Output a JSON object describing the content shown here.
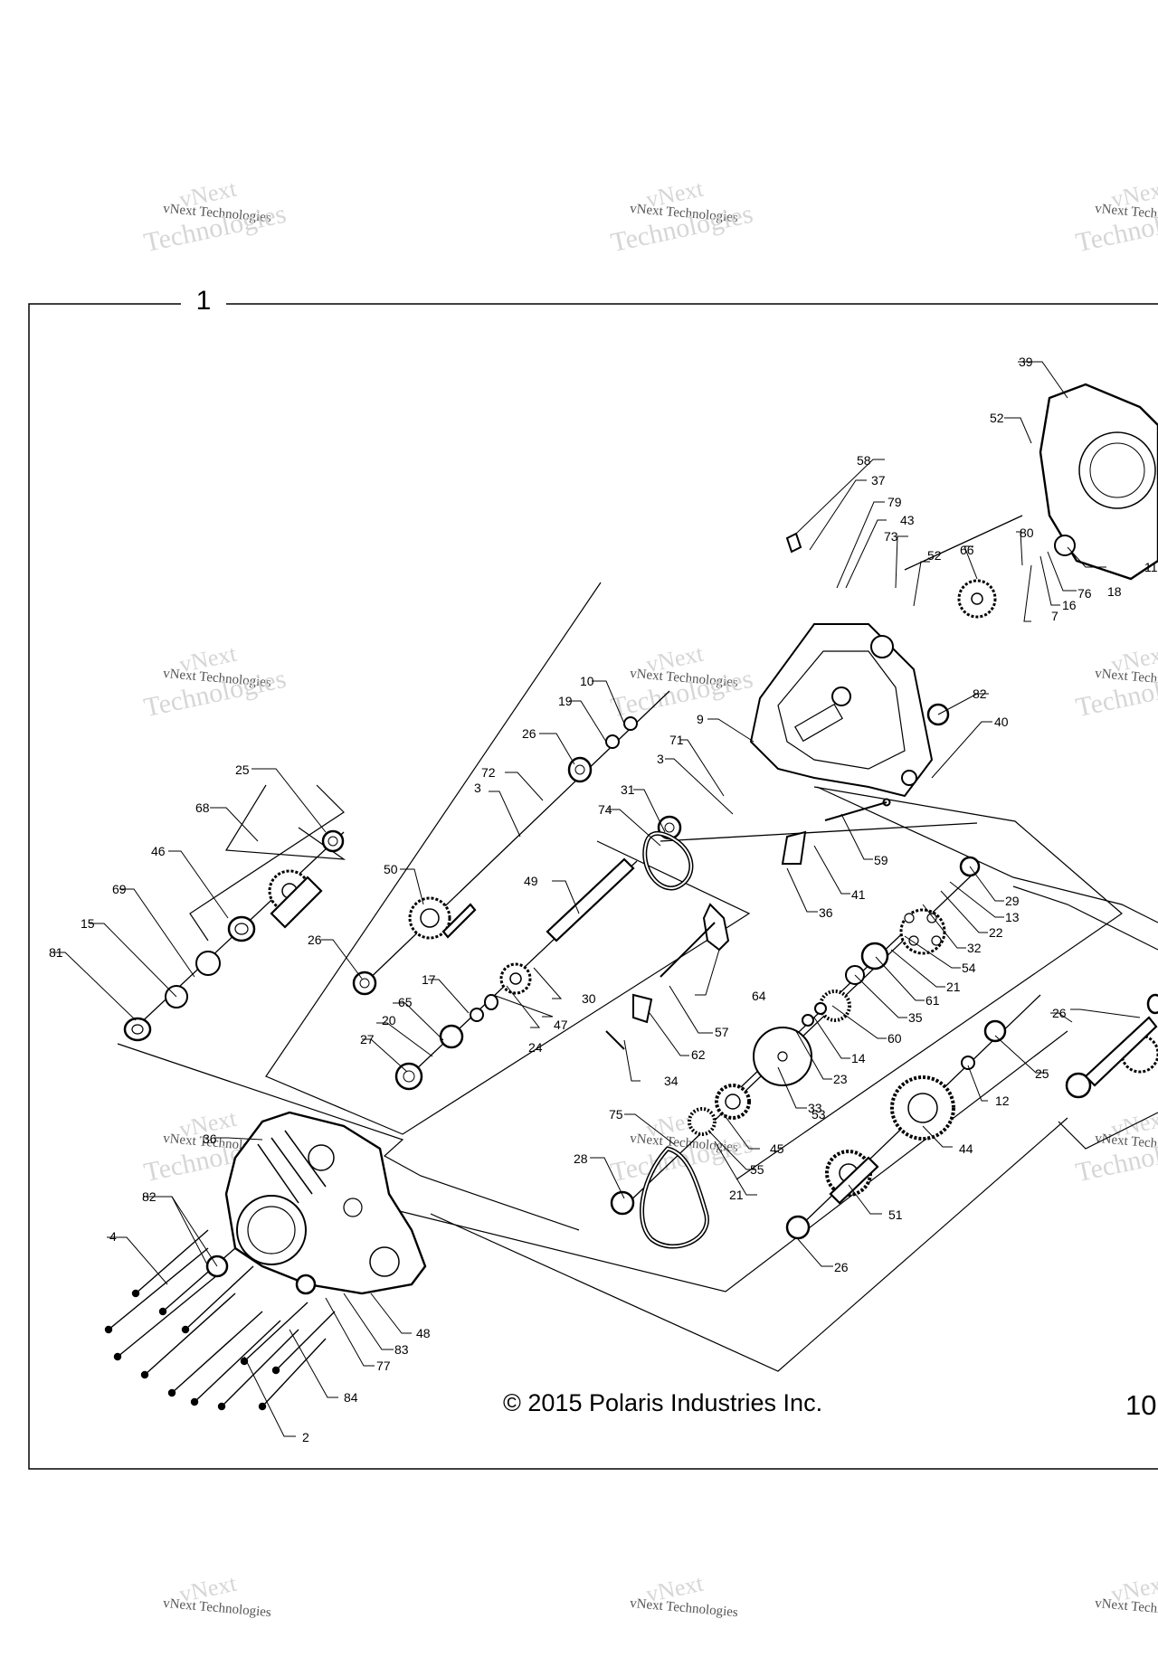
{
  "watermark": {
    "line1": "vNext",
    "line2": "vNext Technologies",
    "line3": "Technologies"
  },
  "frame_label": "1",
  "copyright": "© 2015 Polaris Industries Inc.",
  "page_number_fragment": "10",
  "callouts": [
    {
      "id": "c39",
      "label": "39"
    },
    {
      "id": "c52a",
      "label": "52"
    },
    {
      "id": "c58",
      "label": "58"
    },
    {
      "id": "c37",
      "label": "37"
    },
    {
      "id": "c79",
      "label": "79"
    },
    {
      "id": "c43",
      "label": "43"
    },
    {
      "id": "c73",
      "label": "73"
    },
    {
      "id": "c52b",
      "label": "52"
    },
    {
      "id": "c66",
      "label": "66"
    },
    {
      "id": "c80",
      "label": "80"
    },
    {
      "id": "c11",
      "label": "11"
    },
    {
      "id": "c18",
      "label": "18"
    },
    {
      "id": "c76",
      "label": "76"
    },
    {
      "id": "c16",
      "label": "16"
    },
    {
      "id": "c7",
      "label": "7"
    },
    {
      "id": "c82a",
      "label": "82"
    },
    {
      "id": "c40",
      "label": "40"
    },
    {
      "id": "c10",
      "label": "10"
    },
    {
      "id": "c19",
      "label": "19"
    },
    {
      "id": "c26a",
      "label": "26"
    },
    {
      "id": "c9",
      "label": "9"
    },
    {
      "id": "c71",
      "label": "71"
    },
    {
      "id": "c3a",
      "label": "3"
    },
    {
      "id": "c72",
      "label": "72"
    },
    {
      "id": "c3b",
      "label": "3"
    },
    {
      "id": "c31",
      "label": "31"
    },
    {
      "id": "c74",
      "label": "74"
    },
    {
      "id": "c25a",
      "label": "25"
    },
    {
      "id": "c68",
      "label": "68"
    },
    {
      "id": "c46",
      "label": "46"
    },
    {
      "id": "c50",
      "label": "50"
    },
    {
      "id": "c49",
      "label": "49"
    },
    {
      "id": "c59",
      "label": "59"
    },
    {
      "id": "c41",
      "label": "41"
    },
    {
      "id": "c36a",
      "label": "36"
    },
    {
      "id": "c29",
      "label": "29"
    },
    {
      "id": "c13",
      "label": "13"
    },
    {
      "id": "c22",
      "label": "22"
    },
    {
      "id": "c32",
      "label": "32"
    },
    {
      "id": "c54",
      "label": "54"
    },
    {
      "id": "c21a",
      "label": "21"
    },
    {
      "id": "c61",
      "label": "61"
    },
    {
      "id": "c35",
      "label": "35"
    },
    {
      "id": "c60",
      "label": "60"
    },
    {
      "id": "c14",
      "label": "14"
    },
    {
      "id": "c23",
      "label": "23"
    },
    {
      "id": "c33",
      "label": "33"
    },
    {
      "id": "c53",
      "label": "53"
    },
    {
      "id": "c69",
      "label": "69"
    },
    {
      "id": "c15",
      "label": "15"
    },
    {
      "id": "c81",
      "label": "81"
    },
    {
      "id": "c26b",
      "label": "26"
    },
    {
      "id": "c17",
      "label": "17"
    },
    {
      "id": "c65",
      "label": "65"
    },
    {
      "id": "c20",
      "label": "20"
    },
    {
      "id": "c27",
      "label": "27"
    },
    {
      "id": "c30",
      "label": "30"
    },
    {
      "id": "c47",
      "label": "47"
    },
    {
      "id": "c24",
      "label": "24"
    },
    {
      "id": "c64",
      "label": "64"
    },
    {
      "id": "c57",
      "label": "57"
    },
    {
      "id": "c62",
      "label": "62"
    },
    {
      "id": "c34",
      "label": "34"
    },
    {
      "id": "c26c",
      "label": "26"
    },
    {
      "id": "c25b",
      "label": "25"
    },
    {
      "id": "c12",
      "label": "12"
    },
    {
      "id": "c75",
      "label": "75"
    },
    {
      "id": "c45",
      "label": "45"
    },
    {
      "id": "c55",
      "label": "55"
    },
    {
      "id": "c21b",
      "label": "21"
    },
    {
      "id": "c44",
      "label": "44"
    },
    {
      "id": "c28",
      "label": "28"
    },
    {
      "id": "c51",
      "label": "51"
    },
    {
      "id": "c26d",
      "label": "26"
    },
    {
      "id": "c36b",
      "label": "36"
    },
    {
      "id": "c82b",
      "label": "82"
    },
    {
      "id": "c4",
      "label": "4"
    },
    {
      "id": "c48",
      "label": "48"
    },
    {
      "id": "c83",
      "label": "83"
    },
    {
      "id": "c77",
      "label": "77"
    },
    {
      "id": "c84",
      "label": "84"
    },
    {
      "id": "c2",
      "label": "2"
    }
  ]
}
